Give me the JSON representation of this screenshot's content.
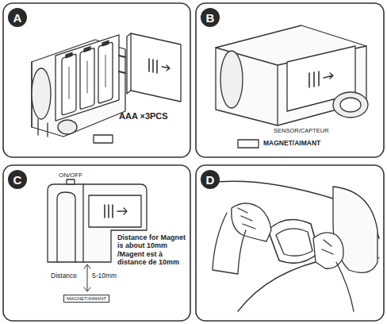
{
  "diagram": {
    "nodes": [
      {
        "text": [
          "A"
        ]
      },
      {
        "text": [
          "B"
        ]
      },
      {
        "text": [
          "C"
        ]
      },
      {
        "text": [
          "D"
        ]
      },
      {
        "text": [
          "MAGNET/AIMANT"
        ]
      }
    ],
    "labels": [
      "AAA ×3PCS",
      "SENSOR/CAPTEUR",
      "MAGNET/AIMANT",
      "ON/OFF",
      "Distance for Magnet is about 10mm /Magent est à distance de 10mm",
      "Distance",
      "5-10mm"
    ]
  }
}
